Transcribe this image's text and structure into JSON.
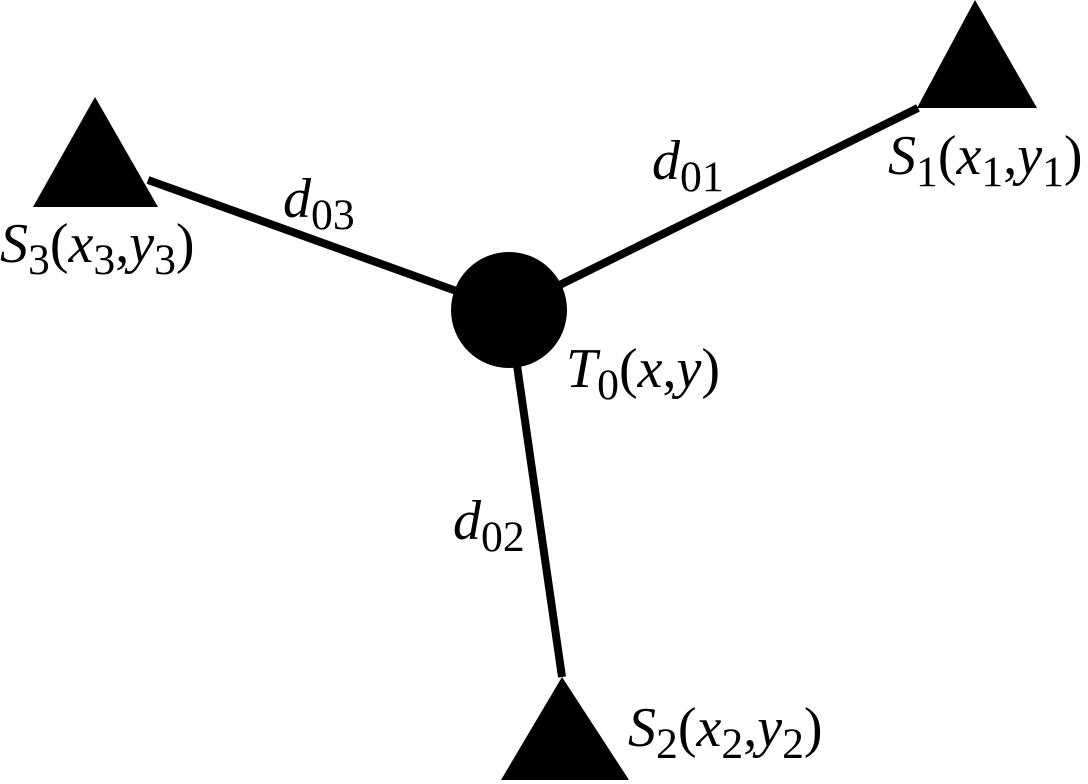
{
  "colors": {
    "ink": "#000000",
    "background": "#ffffff"
  },
  "punctuation": {
    "open": "(",
    "comma": ",",
    "close": ")"
  },
  "target": {
    "symbol": "T",
    "sub": "0",
    "x": "x",
    "y": "y"
  },
  "stations": [
    {
      "name": "S1",
      "symbol": "S",
      "sub": "1",
      "x": "x",
      "x_sub": "1",
      "y": "y",
      "y_sub": "1"
    },
    {
      "name": "S2",
      "symbol": "S",
      "sub": "2",
      "x": "x",
      "x_sub": "2",
      "y": "y",
      "y_sub": "2"
    },
    {
      "name": "S3",
      "symbol": "S",
      "sub": "3",
      "x": "x",
      "x_sub": "3",
      "y": "y",
      "y_sub": "3"
    }
  ],
  "distances": [
    {
      "name": "d01",
      "symbol": "d",
      "sub": "01"
    },
    {
      "name": "d02",
      "symbol": "d",
      "sub": "02"
    },
    {
      "name": "d03",
      "symbol": "d",
      "sub": "03"
    }
  ]
}
